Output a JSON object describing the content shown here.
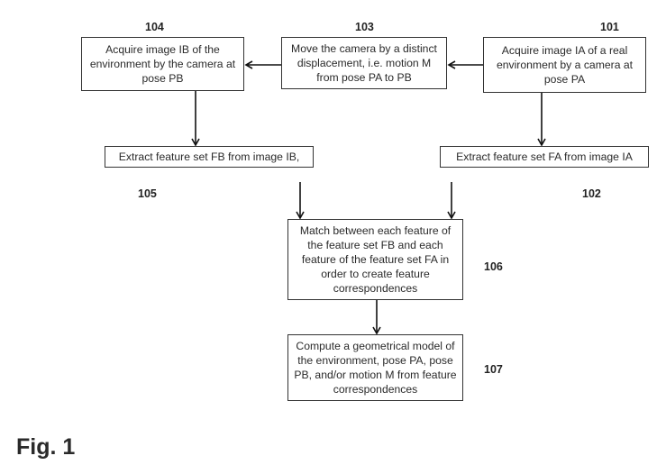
{
  "figure_label": "Fig. 1",
  "steps": {
    "s101": {
      "ref": "101",
      "text": "Acquire image IA of a real environment  by a camera at pose PA"
    },
    "s102": {
      "ref": "102",
      "text": "Extract feature set FA from image IA"
    },
    "s103": {
      "ref": "103",
      "text": "Move the camera by a distinct displacement, i.e. motion M from pose PA to PB"
    },
    "s104": {
      "ref": "104",
      "text": "Acquire image IB of the environment  by the camera at pose PB"
    },
    "s105": {
      "ref": "105",
      "text": "Extract feature set FB from image IB,"
    },
    "s106": {
      "ref": "106",
      "text": "Match  between each feature of the feature set FB and each feature of the feature set FA in order to create feature correspondences"
    },
    "s107": {
      "ref": "107",
      "text": "Compute a geometrical model of the environment, pose PA, pose PB, and/or motion M from feature correspondences"
    }
  },
  "edges": [
    {
      "from": "101",
      "to": "103"
    },
    {
      "from": "103",
      "to": "104"
    },
    {
      "from": "104",
      "to": "105"
    },
    {
      "from": "101",
      "to": "102"
    },
    {
      "from": "105",
      "to": "106"
    },
    {
      "from": "102",
      "to": "106"
    },
    {
      "from": "106",
      "to": "107"
    }
  ]
}
